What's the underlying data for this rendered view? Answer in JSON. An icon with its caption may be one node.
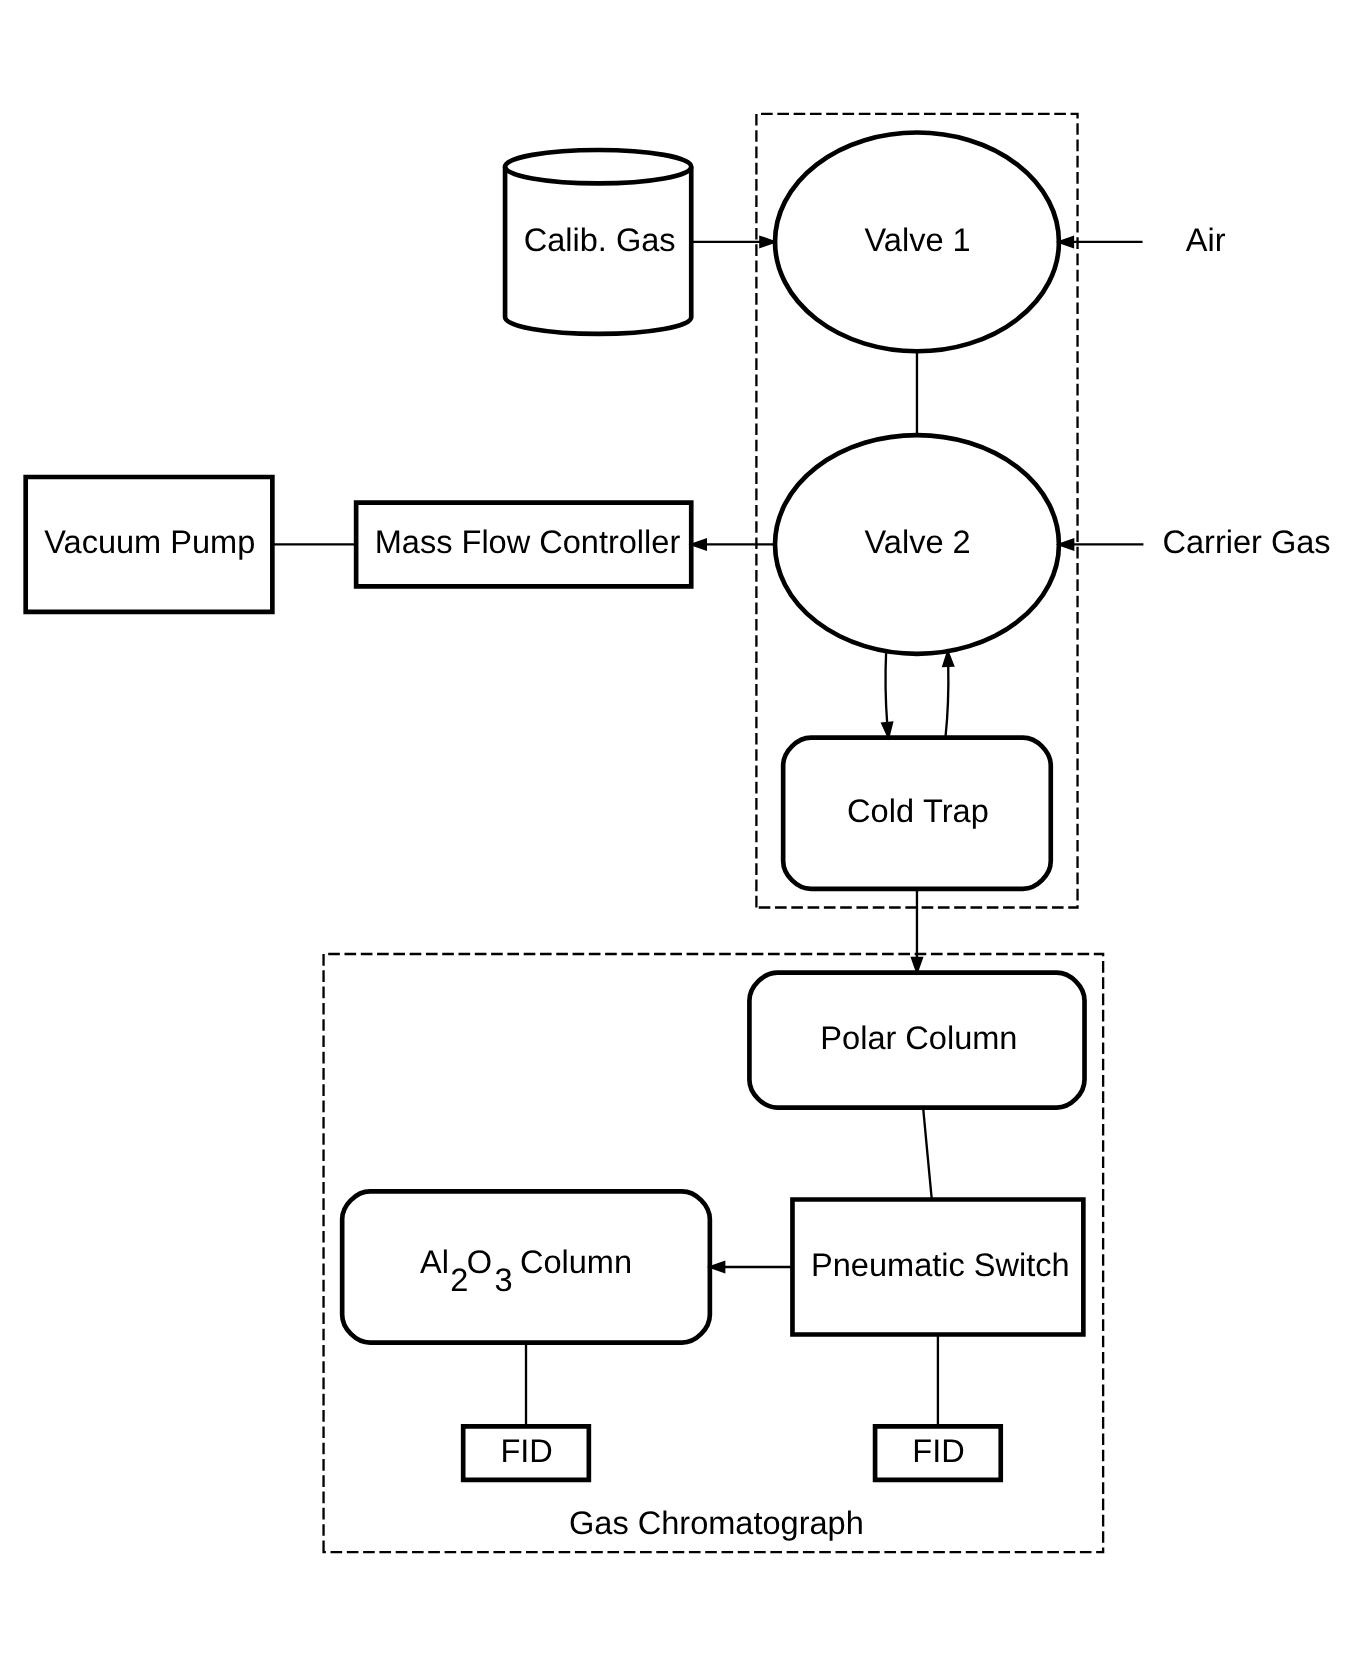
{
  "diagram": {
    "nodes": [
      {
        "text": [],
        "shape": "box"
      },
      {
        "text": [
          "Calib. Gas"
        ]
      },
      {
        "text": [
          "Valve 1"
        ],
        "in": 0
      },
      {
        "text": [
          "Air"
        ]
      },
      {
        "text": [
          "Vacuum Pump"
        ]
      },
      {
        "text": [
          "Mass Flow Controller"
        ]
      },
      {
        "text": [
          "Valve 2"
        ],
        "in": 0
      },
      {
        "text": [
          "Carrier Gas"
        ]
      },
      {
        "text": [
          "Cold Trap"
        ],
        "in": 0
      },
      {
        "text": [
          "Gas Chromatograph"
        ]
      },
      {
        "text": [
          "Polar Column"
        ],
        "in": 9
      },
      {
        "text": [
          "Al$_{2}$O$_{3}$ Column"
        ],
        "in": 9
      },
      {
        "text": [
          "Pneumatic Switch"
        ],
        "in": 9
      },
      {
        "text": [
          "FID"
        ],
        "in": 9
      },
      {
        "text": [
          "FID"
        ],
        "in": 9
      }
    ],
    "edges": [
      {
        "from": 1,
        "to": 2,
        "arrow": "to"
      },
      {
        "from": 3,
        "to": 2,
        "arrow": "to"
      },
      {
        "from": 2,
        "to": 6,
        "arrow": "none"
      },
      {
        "from": 6,
        "to": 5,
        "arrow": "to"
      },
      {
        "from": 5,
        "to": 4,
        "arrow": "none"
      },
      {
        "from": 7,
        "to": 6,
        "arrow": "to"
      },
      {
        "from": 8,
        "to": 6,
        "arrow": "to"
      },
      {
        "from": 6,
        "to": 8,
        "arrow": "to"
      },
      {
        "from": 8,
        "to": 10,
        "arrow": "to"
      },
      {
        "from": 10,
        "to": 12,
        "arrow": "none"
      },
      {
        "from": 12,
        "to": 11,
        "arrow": "to"
      },
      {
        "from": 11,
        "to": 13,
        "arrow": "none"
      },
      {
        "from": 12,
        "to": 14,
        "arrow": "none"
      }
    ]
  }
}
